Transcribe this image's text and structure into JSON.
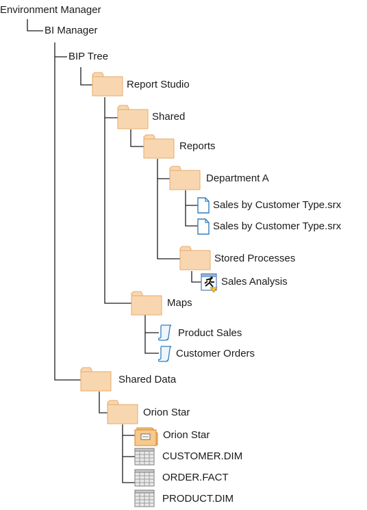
{
  "tree": {
    "root": "Environment Manager",
    "bi_manager": "BI Manager",
    "bip_tree": "BIP Tree",
    "report_studio": "Report Studio",
    "shared": "Shared",
    "reports": "Reports",
    "department_a": "Department A",
    "sales_report_1": "Sales by Customer Type.srx",
    "sales_report_2": "Sales by Customer Type.srx",
    "stored_processes": "Stored Processes",
    "sales_analysis": "Sales Analysis",
    "maps": "Maps",
    "product_sales": "Product Sales",
    "customer_orders": "Customer Orders",
    "shared_data": "Shared Data",
    "orion_star_folder": "Orion Star",
    "orion_star_library": "Orion Star",
    "customer_dim": "CUSTOMER.DIM",
    "order_fact": "ORDER.FACT",
    "product_dim": "PRODUCT.DIM"
  },
  "colors": {
    "folder_fill": "#f8d7b0",
    "folder_stroke": "#e6a86a",
    "doc_stroke": "#2f7fbf",
    "connector": "#1a1a1a"
  }
}
